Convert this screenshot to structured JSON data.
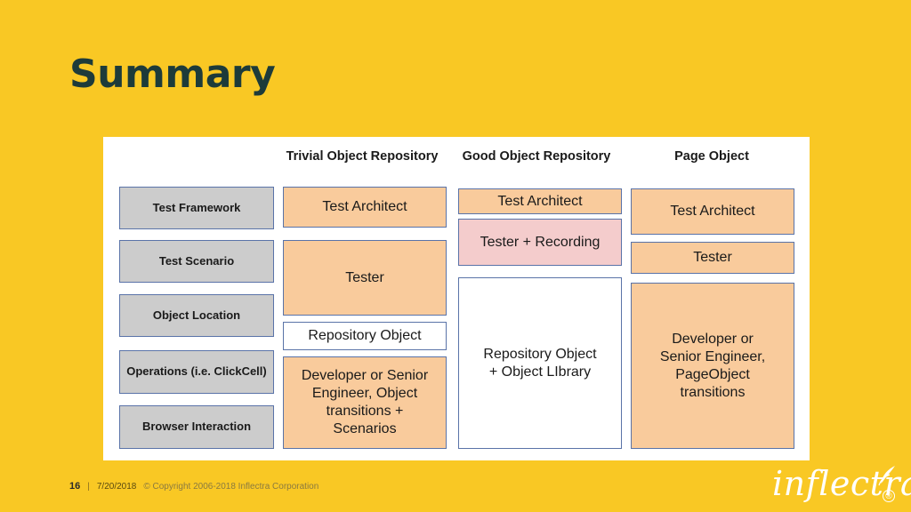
{
  "slide": {
    "title": "Summary",
    "page_number": "16",
    "separator": "|",
    "date": "7/20/2018",
    "copyright": "© Copyright 2006-2018 Inflectra Corporation",
    "logo_text": "inflectra",
    "registered_mark": "®"
  },
  "colors": {
    "background": "#f9c824",
    "title": "#1d3b3a",
    "layer_box": "#cccccc",
    "role_box": "#f9cb9c",
    "recording_box": "#f4cccc",
    "object_box": "#ffffff",
    "border": "#5a73a8"
  },
  "diagram": {
    "column_headers": {
      "trivial": "Trivial Object Repository",
      "good": "Good Object Repository",
      "page": "Page Object"
    },
    "layers": [
      "Test Framework",
      "Test Scenario",
      "Object Location",
      "Operations (i.e. ClickCell)",
      "Browser Interaction"
    ],
    "trivial": {
      "architect": "Test Architect",
      "tester": "Tester",
      "repository": "Repository Object",
      "developer": "Developer or Senior Engineer, Object transitions + Scenarios"
    },
    "good": {
      "architect": "Test Architect",
      "recording": "Tester + Recording",
      "library": "Repository Object + Object LIbrary"
    },
    "page": {
      "architect": "Test Architect",
      "tester": "Tester",
      "developer": "Developer or Senior Engineer, PageObject transitions"
    }
  }
}
